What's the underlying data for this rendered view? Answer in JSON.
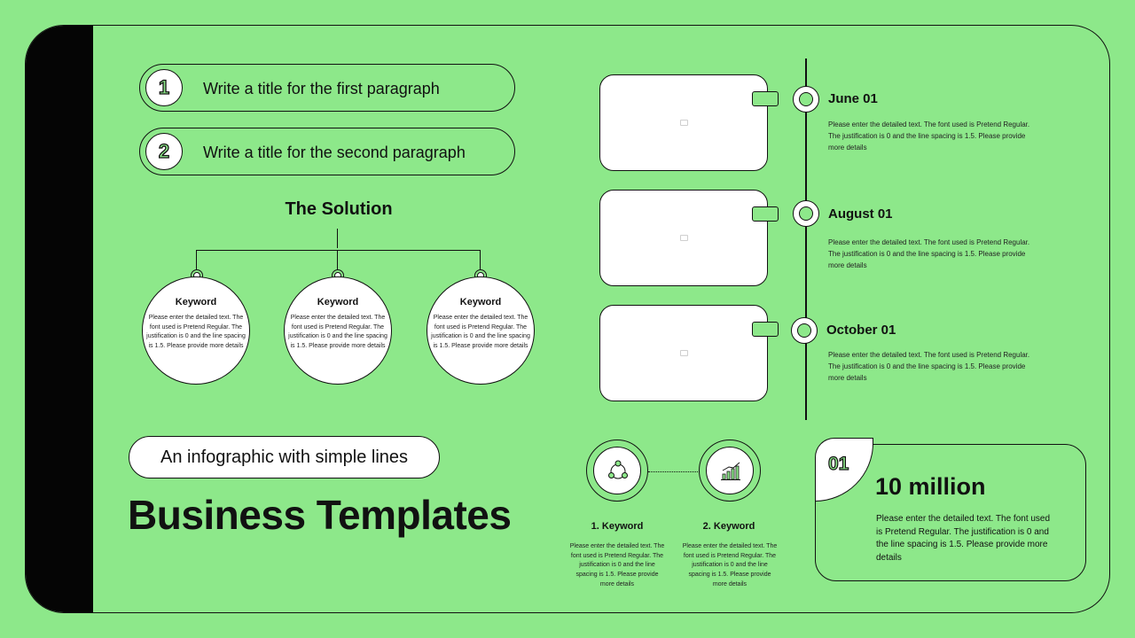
{
  "paragraphs": [
    {
      "number": "1",
      "title": "Write a title for the first paragraph"
    },
    {
      "number": "2",
      "title": "Write a title for the second paragraph"
    }
  ],
  "solution": {
    "title": "The Solution",
    "nodes": [
      {
        "keyword": "Keyword",
        "text": "Please enter the detailed text. The font used is Pretend Regular. The justification is 0 and the line spacing is 1.5. Please provide more details"
      },
      {
        "keyword": "Keyword",
        "text": "Please enter the detailed text. The font used is Pretend Regular. The justification is 0 and the line spacing is 1.5. Please provide more details"
      },
      {
        "keyword": "Keyword",
        "text": "Please enter the detailed text. The font used is Pretend Regular. The justification is 0 and the line spacing is 1.5. Please provide more details"
      }
    ]
  },
  "timeline": [
    {
      "date": "June 01",
      "text": "Please enter the detailed text. The font used is Pretend Regular. The justification is 0 and the line spacing is 1.5. Please provide more details"
    },
    {
      "date": "August 01",
      "text": "Please enter the detailed text. The font used is Pretend Regular. The justification is 0 and the line spacing is 1.5. Please provide more details"
    },
    {
      "date": "October 01",
      "text": "Please enter the detailed text. The font used is Pretend Regular. The justification is 0 and the line spacing is 1.5. Please provide more details"
    }
  ],
  "subtitle": "An infographic with simple lines",
  "main_title": "Business Templates",
  "icon_keywords": [
    {
      "title": "1. Keyword",
      "icon": "cycle-icon",
      "text": "Please enter the detailed text. The font used is Pretend Regular. The justification is 0 and the line spacing is 1.5. Please provide more details"
    },
    {
      "title": "2. Keyword",
      "icon": "growth-chart-icon",
      "text": "Please enter the detailed text. The font used is Pretend Regular. The justification is 0 and the line spacing is 1.5. Please provide more details"
    }
  ],
  "stat": {
    "number": "01",
    "value": "10 million",
    "text": "Please enter the detailed text. The font used is Pretend Regular. The justification is 0 and the line spacing is 1.5. Please provide more details"
  },
  "colors": {
    "background": "#8de88a",
    "accent_dark": "#111111",
    "card": "#ffffff"
  }
}
